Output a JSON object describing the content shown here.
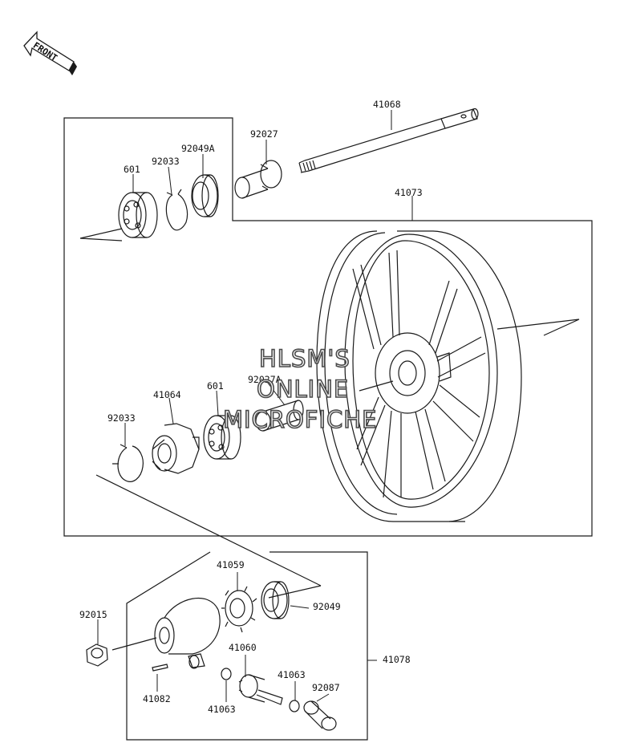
{
  "front_arrow": {
    "label": "FRONT"
  },
  "watermark": {
    "line1": "HLSM'S",
    "line2": "ONLINE",
    "line3": "MICROFICHE"
  },
  "parts": {
    "p41068": "41068",
    "p92027": "92027",
    "p92049A": "92049A",
    "p92033_top": "92033",
    "p601_top": "601",
    "p41073": "41073",
    "p92027A": "92027A",
    "p601_mid": "601",
    "p41064": "41064",
    "p92033_mid": "92033",
    "p41059": "41059",
    "p92049": "92049",
    "p92015": "92015",
    "p41078": "41078",
    "p41060": "41060",
    "p41063_right": "41063",
    "p92087": "92087",
    "p41082": "41082",
    "p41063_left": "41063"
  },
  "colors": {
    "line": "#1a1a1a",
    "background": "#ffffff",
    "watermark_stroke": "#4a4a4a"
  }
}
